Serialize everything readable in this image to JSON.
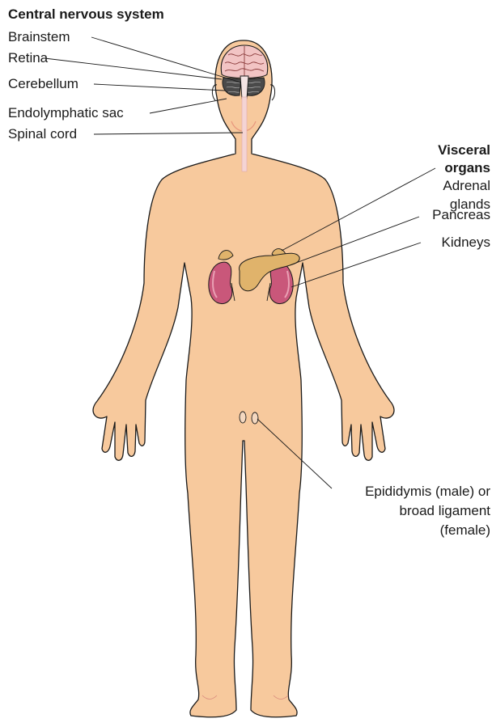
{
  "cns": {
    "heading": "Central nervous system",
    "labels": [
      "Brainstem",
      "Retina",
      "Cerebellum",
      "Endolymphatic sac",
      "Spinal cord"
    ]
  },
  "visceral": {
    "heading_line1": "Visceral",
    "heading_line2": "organs",
    "adrenal_line1": "Adrenal",
    "adrenal_line2": "glands",
    "pancreas": "Pancreas",
    "kidneys": "Kidneys"
  },
  "epididymis": {
    "line1": "Epididymis (male) or",
    "line2": "broad ligament",
    "line3": "(female)"
  },
  "colors": {
    "skin": "#f7c99d",
    "outline": "#1a1a1a",
    "kidney": "#c9577a",
    "pancreas": "#e0b36b",
    "brain": "#f2c4c4"
  }
}
